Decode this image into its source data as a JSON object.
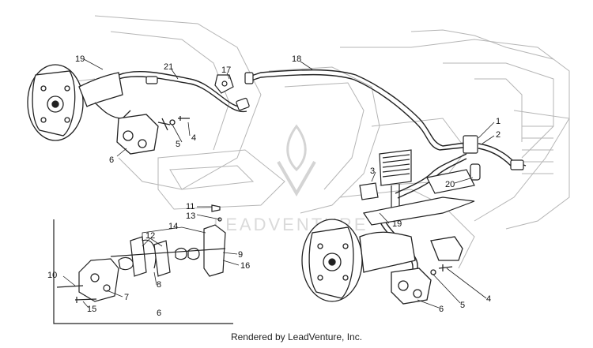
{
  "diagram": {
    "callouts": [
      "19",
      "21",
      "17",
      "18",
      "1",
      "2",
      "3",
      "20",
      "5",
      "4",
      "6",
      "11",
      "13",
      "14",
      "12",
      "9",
      "16",
      "10",
      "7",
      "8",
      "15",
      "6",
      "19",
      "6",
      "5",
      "4"
    ],
    "watermark": "LEADVENTURE"
  },
  "footer": {
    "text": "Rendered by LeadVenture, Inc."
  },
  "colors": {
    "line": "#222222",
    "faint": "#b5b5b5",
    "background": "#ffffff"
  }
}
